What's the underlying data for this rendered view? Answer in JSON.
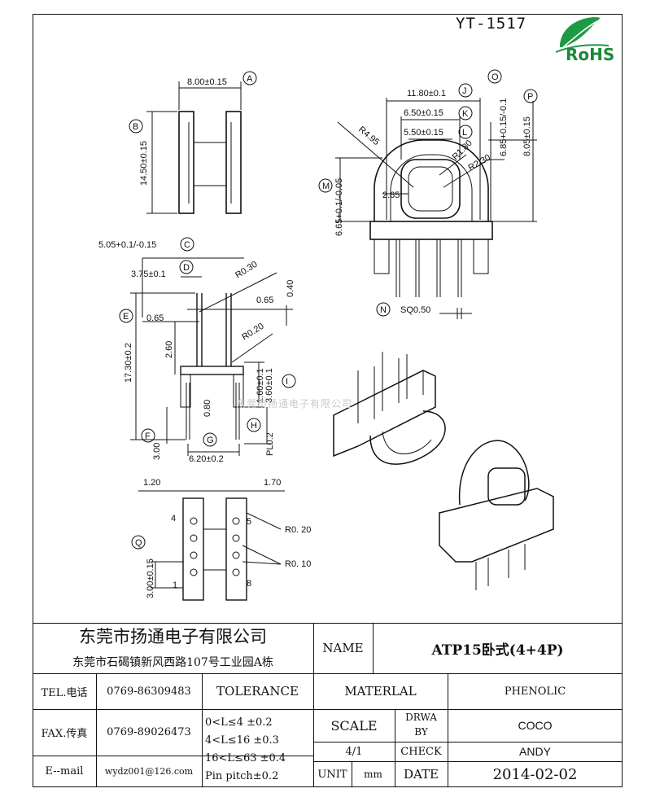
{
  "header": {
    "drawing_number": "YT-1517",
    "rohs_label": "RoHS"
  },
  "watermark": "东莞市扬通电子有限公司",
  "dimensions": {
    "A": {
      "tag": "A",
      "text": "8.00±0.15"
    },
    "B": {
      "tag": "B",
      "text": "14.50±0.15"
    },
    "C": {
      "tag": "C",
      "text": "5.05+0.1/-0.15"
    },
    "D": {
      "tag": "D",
      "text": "3.75±0.1"
    },
    "E": {
      "tag": "E",
      "text": "17.30±0.2"
    },
    "F": {
      "tag": "F",
      "text": "3.00"
    },
    "G": {
      "tag": "G",
      "text": "6.20±0.2"
    },
    "H": {
      "tag": "H",
      "text": "1.60±0.1"
    },
    "I": {
      "tag": "I",
      "text": "3.60±0.1"
    },
    "J": {
      "tag": "J",
      "text": "11.80±0.1"
    },
    "K": {
      "tag": "K",
      "text": "6.50±0.15"
    },
    "L": {
      "tag": "L",
      "text": "5.50±0.15"
    },
    "M": {
      "tag": "M",
      "text": "6.65+0.1/-0.05"
    },
    "N": {
      "tag": "N",
      "text": "SQ0.50"
    },
    "O": {
      "tag": "O",
      "text": "6.85+0.15/-0.1"
    },
    "P": {
      "tag": "P",
      "text": "8.05±0.15"
    },
    "Q": {
      "tag": "Q",
      "text": "3.00±0.15"
    }
  },
  "notes": {
    "r030": "R0.30",
    "d040": "0.40",
    "d065a": "0.65",
    "d065b": "0.65",
    "r020": "R0.20",
    "d260": "2.60",
    "d080": "0.80",
    "pl": "PL0.2",
    "d120": "1.20",
    "d170": "1.70",
    "r020b": "R0. 20",
    "r010": "R0. 10",
    "pin4": "4",
    "pin5": "5",
    "pin1": "1",
    "pin8": "8",
    "r495": "R4.95",
    "r180": "R1.80",
    "r230": "R2.30",
    "d265": "2.65"
  },
  "title_block": {
    "company_cn": "东莞市扬通电子有限公司",
    "address_cn": "东莞市石碣镇新风西路107号工业园A栋",
    "name_label": "NAME",
    "name_value": "ATP15卧式(4+4P)",
    "tel_label": "TEL.电话",
    "tel_value": "0769-86309483",
    "fax_label": "FAX.传真",
    "fax_value": "0769-89026473",
    "email_label": "E--mail",
    "email_value": "wydz001@126.com",
    "tolerance_label": "TOLERANCE",
    "tol_1": "0<L≤4   ±0.2",
    "tol_2": "4<L≤16  ±0.3",
    "tol_3": "16<L≤63 ±0.4",
    "tol_4": "Pin pitch±0.2",
    "material_label": "MATERLAL",
    "material_value": "PHENOLIC",
    "scale_label": "SCALE",
    "scale_value": "4/1",
    "unit_label": "UNIT",
    "unit_value": "mm",
    "drwa_label_1": "DRWA",
    "drwa_label_2": "BY",
    "drwa_value": "COCO",
    "check_label": "CHECK",
    "check_value": "ANDY",
    "date_label": "DATE",
    "date_value": "2014-02-02"
  },
  "colors": {
    "line": "#111111",
    "rohs_green": "#1a8a3a",
    "watermark": "#c9c9c9"
  }
}
